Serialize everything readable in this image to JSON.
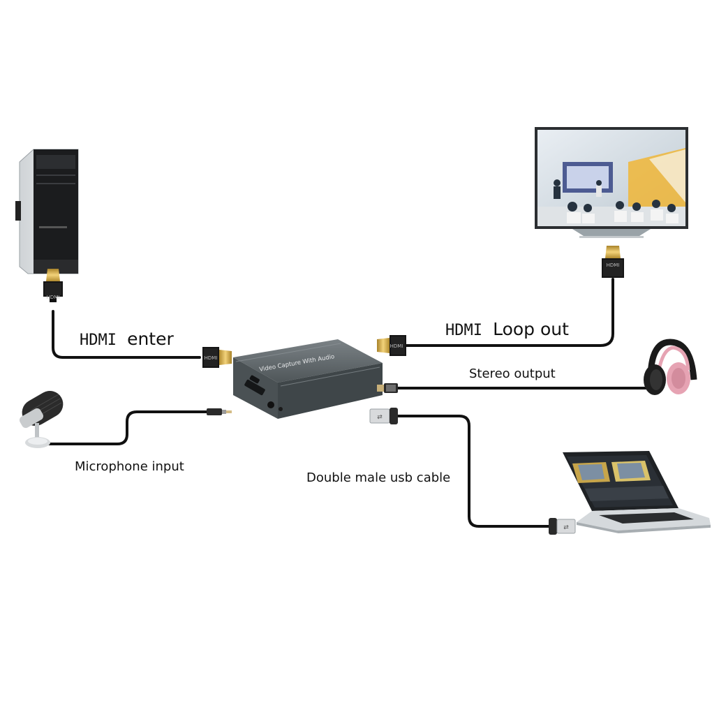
{
  "labels": {
    "hdmi_in": {
      "hdmi": "HDMI",
      "word": "enter"
    },
    "hdmi_out": {
      "hdmi": "HDMI",
      "word": "Loop out"
    },
    "stereo": "Stereo output",
    "mic": "Microphone input",
    "usb": "Double male usb cable"
  },
  "device": {
    "text": "Video Capture With Audio"
  },
  "plug": {
    "text": "HDMI"
  },
  "colors": {
    "cable": "#111111",
    "device": "#5b6266",
    "gold": "#d8b24a",
    "pink": "#e6a3b3"
  }
}
